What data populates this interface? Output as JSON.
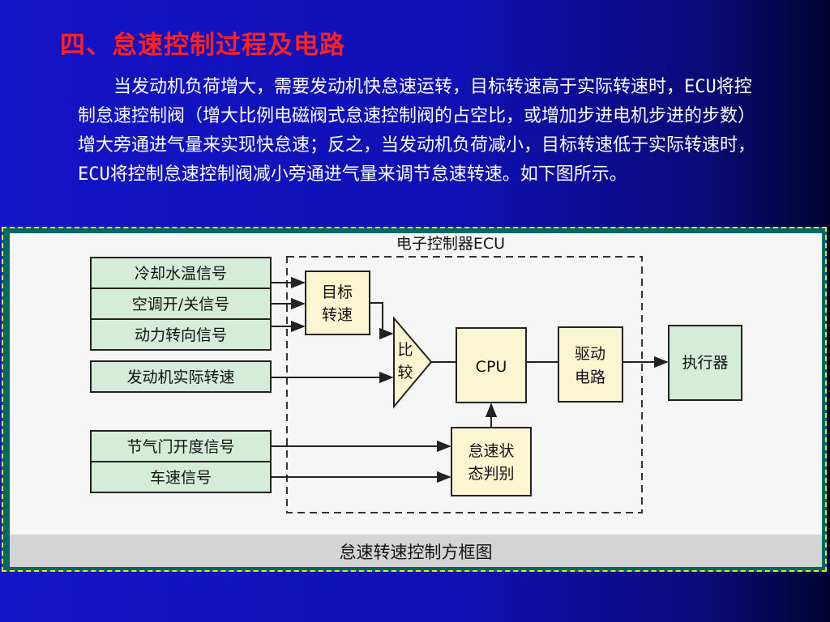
{
  "slide": {
    "title": "四、怠速控制过程及电路",
    "paragraph": "当发动机负荷增大，需要发动机快怠速运转，目标转速高于实际转速时，ECU将控制怠速控制阀（增大比例电磁阀式怠速控制阀的占空比，或增加步进电机步进的步数）增大旁通进气量来实现快怠速；反之，当发动机负荷减小，目标转速低于实际转速时，ECU将控制怠速控制阀减小旁通进气量来调节怠速转速。如下图所示。"
  },
  "diagram": {
    "ecu_label": "电子控制器ECU",
    "inputs": {
      "coolant": "冷却水温信号",
      "ac": "空调开/关信号",
      "steering": "动力转向信号",
      "engine_speed": "发动机实际转速",
      "throttle": "节气门开度信号",
      "vehicle_speed": "车速信号"
    },
    "target_speed": [
      "目标",
      "转速"
    ],
    "comparator": [
      "比",
      "较"
    ],
    "cpu": "CPU",
    "driver": [
      "驱动",
      "电路"
    ],
    "actuator": "执行器",
    "idle_judge": [
      "怠速状",
      "态判别"
    ],
    "caption": "怠速转速控制方框图"
  },
  "colors": {
    "title": "#ff2222",
    "background": "#1414c8",
    "input_box": "#d4ecd8",
    "internal_box": "#fbf6d2",
    "frame_border": "#e6e600"
  }
}
